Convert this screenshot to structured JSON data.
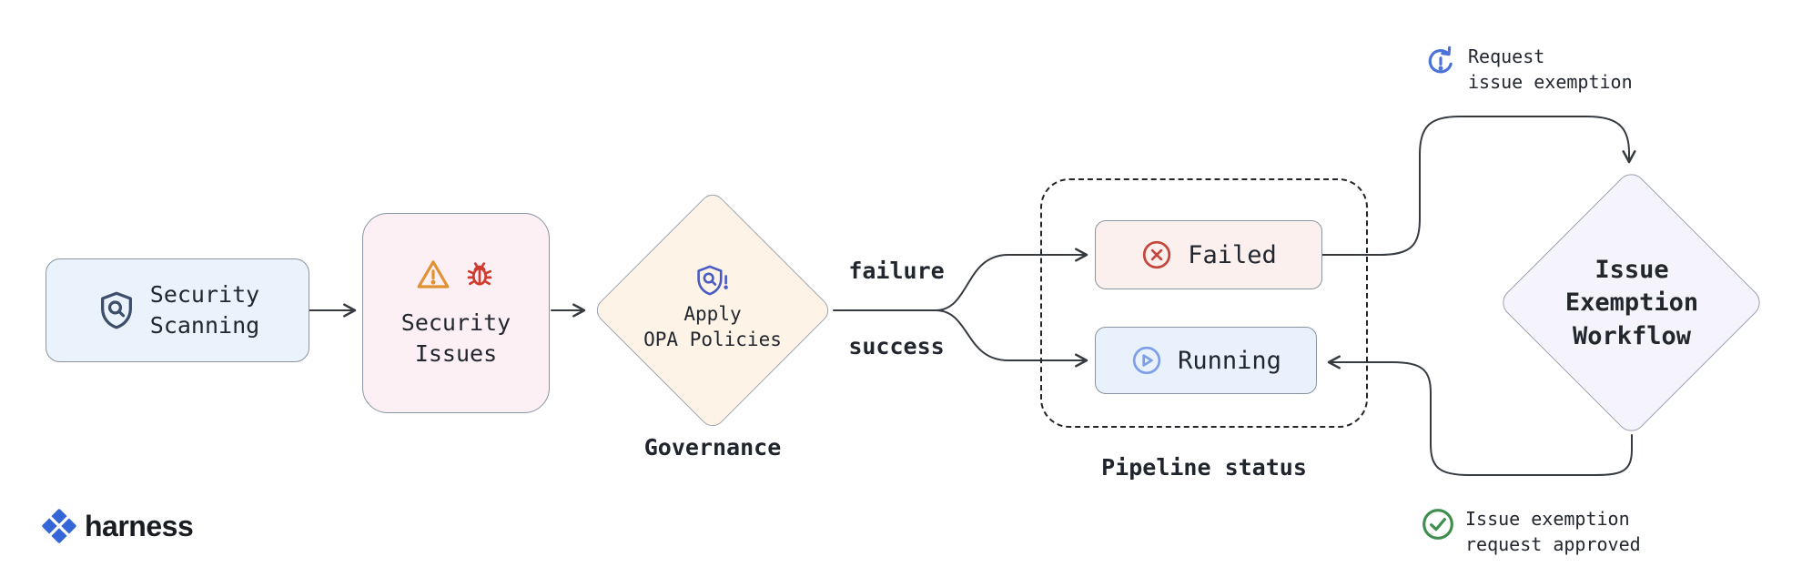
{
  "colors": {
    "edge_line": "#363b42",
    "node_border": "#8a94a3",
    "scanning_bg": "#eaf3fb",
    "issues_bg": "#fdf0f5",
    "opa_bg": "#fdf3e6",
    "failed_bg": "#fbf0ee",
    "running_bg": "#e9f2fc",
    "exemption_bg": "#f5f3fc",
    "text": "#22262e",
    "scanning_icon": "#3d4e6b",
    "warning_icon": "#e09132",
    "bug_icon": "#cf3b2e",
    "opa_icon": "#4a5bc4",
    "failed_icon": "#c4453c",
    "running_icon": "#7e9ee8",
    "request_icon": "#4a72d8",
    "approved_icon": "#3f8f4f",
    "brand_blue": "#3566d7"
  },
  "nodes": {
    "security_scanning": {
      "line1": "Security",
      "line2": "Scanning"
    },
    "security_issues": {
      "line1": "Security",
      "line2": "Issues"
    },
    "apply_opa": {
      "line1": "Apply",
      "line2": "OPA Policies",
      "caption": "Governance"
    },
    "failed": {
      "label": "Failed"
    },
    "running": {
      "label": "Running"
    },
    "pipeline_status": {
      "caption": "Pipeline status"
    },
    "issue_exemption": {
      "line1": "Issue",
      "line2": "Exemption",
      "line3": "Workflow"
    }
  },
  "edges": {
    "failure_label": "failure",
    "success_label": "success"
  },
  "annotations": {
    "request": {
      "line1": "Request",
      "line2": "issue exemption"
    },
    "approved": {
      "line1": "Issue exemption",
      "line2": "request approved"
    }
  },
  "footer": {
    "brand": "harness"
  }
}
